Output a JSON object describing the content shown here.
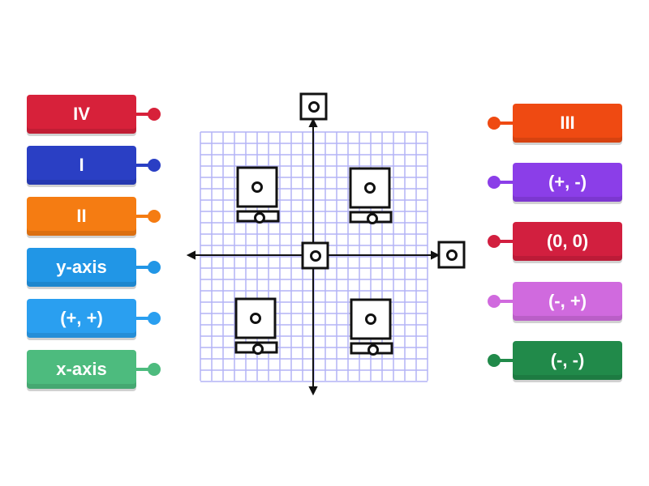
{
  "left_items": [
    {
      "label": "IV",
      "color": "#d7213a"
    },
    {
      "label": "I",
      "color": "#2a3fc4"
    },
    {
      "label": "II",
      "color": "#f57c12"
    },
    {
      "label": "y-axis",
      "color": "#2196e6"
    },
    {
      "label": "(+, +)",
      "color": "#2a9ff0"
    },
    {
      "label": "x-axis",
      "color": "#4dbb7e"
    }
  ],
  "right_items": [
    {
      "label": "III",
      "color": "#ef4a12"
    },
    {
      "label": "(+, -)",
      "color": "#8b3ee8"
    },
    {
      "label": "(0, 0)",
      "color": "#d21f3f"
    },
    {
      "label": "(-, +)",
      "color": "#d06ade"
    },
    {
      "label": "(-, -)",
      "color": "#218a4a"
    }
  ],
  "grid_color": "#b3b3f5"
}
